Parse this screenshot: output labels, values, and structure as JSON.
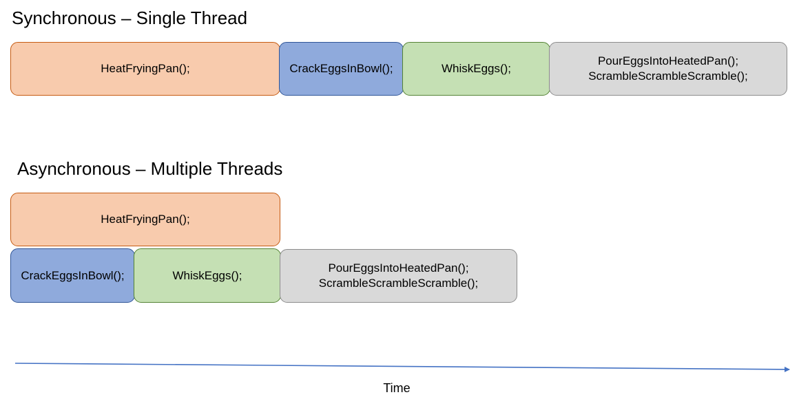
{
  "sync": {
    "title": "Synchronous – Single Thread",
    "heat": "HeatFryingPan();",
    "crack": "CrackEggsInBowl();",
    "whisk": "WhiskEggs();",
    "pour_line1": "PourEggsIntoHeatedPan();",
    "pour_line2": "ScrambleScrambleScramble();"
  },
  "async": {
    "title": "Asynchronous – Multiple Threads",
    "heat": "HeatFryingPan();",
    "crack": "CrackEggsInBowl();",
    "whisk": "WhiskEggs();",
    "pour_line1": "PourEggsIntoHeatedPan();",
    "pour_line2": "ScrambleScrambleScramble();"
  },
  "axis": {
    "label": "Time"
  },
  "colors": {
    "heat_fill": "#f8cbad",
    "heat_border": "#c55a11",
    "crack_fill": "#8faadc",
    "crack_border": "#2f5597",
    "whisk_fill": "#c5e0b4",
    "whisk_border": "#548235",
    "pour_fill": "#d9d9d9",
    "pour_border": "#8c8c8c",
    "axis_line": "#4472c4"
  }
}
